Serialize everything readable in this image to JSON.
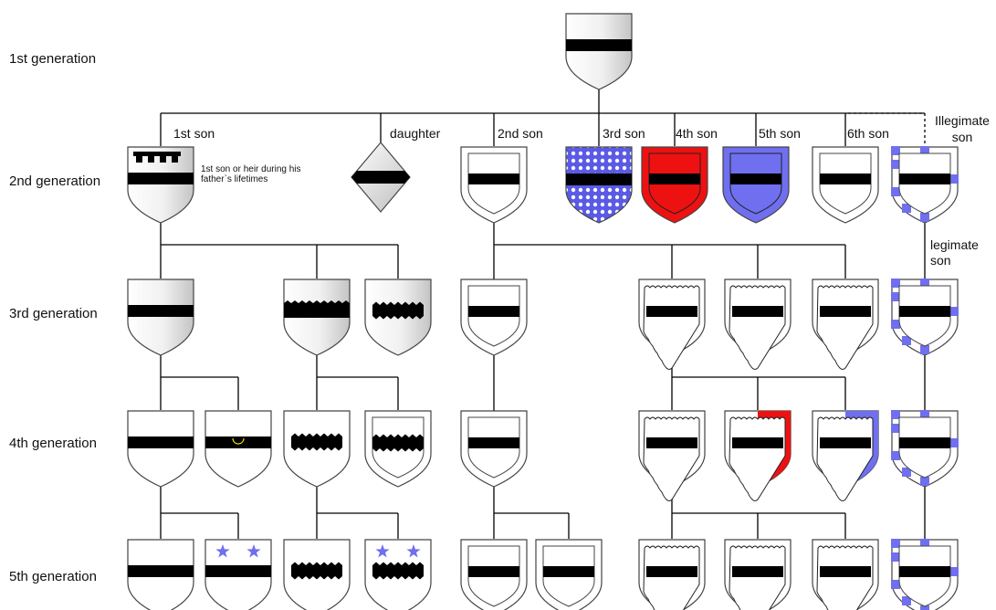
{
  "generations": [
    "1st generation",
    "2nd generation",
    "3rd generation",
    "4th generation",
    "5th generation"
  ],
  "branches": {
    "first_son": "1st son",
    "daughter": "daughter",
    "second_son": "2nd son",
    "third_son": "3rd son",
    "fourth_son": "4th son",
    "fifth_son": "5th son",
    "sixth_son": "6th son",
    "illegitimate_son": "Illegimate son",
    "legitimate_son": "legimate son"
  },
  "notes": {
    "heir_note": "1st son or heir during his father`s lifetimes"
  },
  "colors": {
    "line": "#000000",
    "fess": "#000000",
    "gules_red": "#ee1111",
    "azure_blue": "#6f6ff0",
    "crescent_or": "#f2e200",
    "shield_grey": "#d8d8d8",
    "shield_stroke": "#444444"
  }
}
